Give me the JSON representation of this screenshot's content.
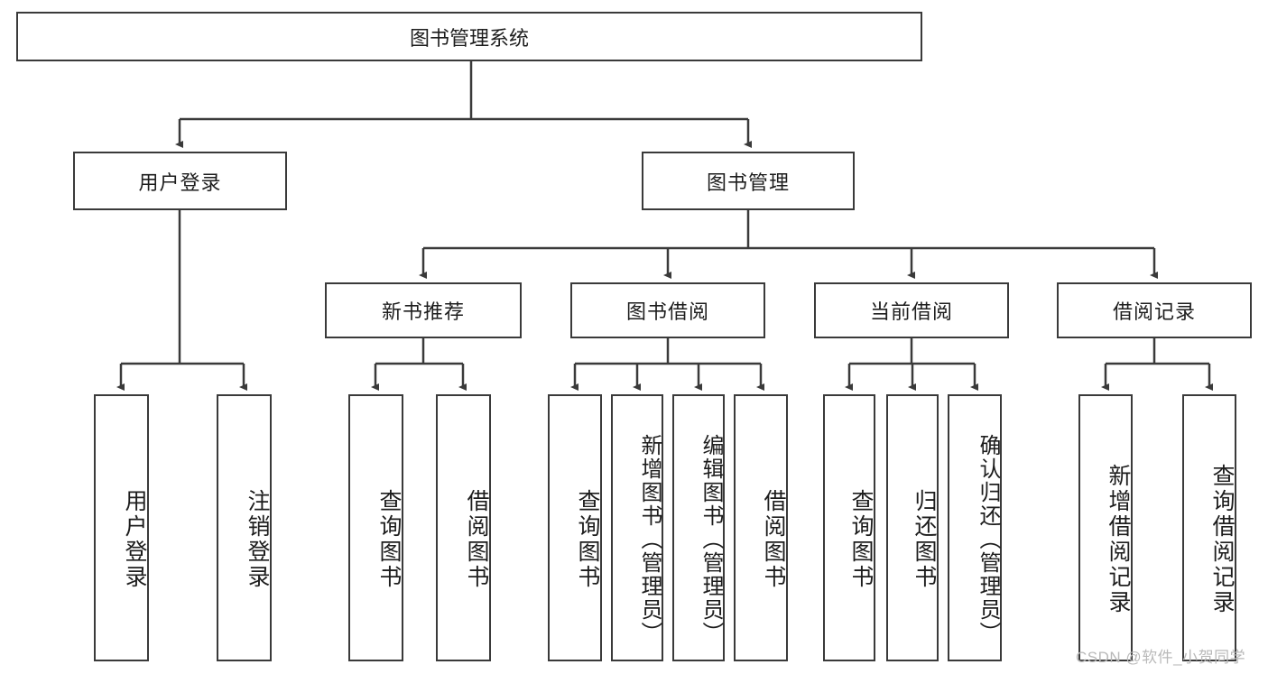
{
  "diagram": {
    "title": "图书管理系统",
    "type": "hierarchy-tree",
    "root": {
      "label": "图书管理系统"
    },
    "level2": [
      {
        "label": "用户登录"
      },
      {
        "label": "图书管理"
      }
    ],
    "level3": [
      {
        "label": "新书推荐"
      },
      {
        "label": "图书借阅"
      },
      {
        "label": "当前借阅"
      },
      {
        "label": "借阅记录"
      }
    ],
    "leaves": {
      "user_login": [
        {
          "label": "用户登录"
        },
        {
          "label": "注销登录"
        }
      ],
      "new_book_recommend": [
        {
          "label": "查询图书"
        },
        {
          "label": "借阅图书"
        }
      ],
      "book_borrow": [
        {
          "label": "查询图书"
        },
        {
          "label": "新增图书（管理员）"
        },
        {
          "label": "编辑图书（管理员）"
        },
        {
          "label": "借阅图书"
        }
      ],
      "current_borrow": [
        {
          "label": "查询图书"
        },
        {
          "label": "归还图书"
        },
        {
          "label": "确认归还（管理员）"
        }
      ],
      "borrow_record": [
        {
          "label": "新增借阅记录"
        },
        {
          "label": "查询借阅记录"
        }
      ]
    }
  },
  "watermark": {
    "text": "CSDN @软件_小贺同学"
  },
  "colors": {
    "border": "#3a3a3a",
    "background": "#ffffff",
    "text": "#1d1d1d",
    "watermark": "#b9b9b9"
  }
}
